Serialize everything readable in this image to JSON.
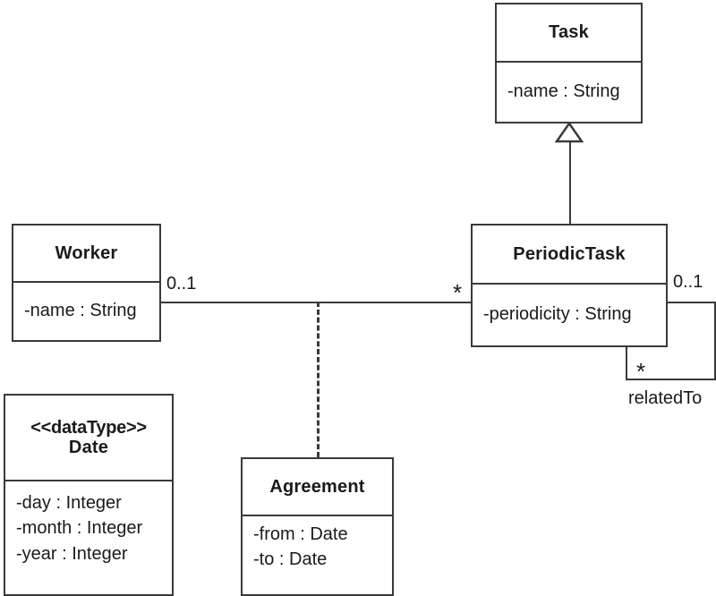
{
  "diagram": {
    "type": "uml-class-diagram",
    "title": "",
    "stroke_color": "#3a3a3a",
    "text_color": "#1a1a1a",
    "background_color": "#ffffff"
  },
  "classes": [
    {
      "id": "task",
      "name": "Task",
      "stereotype": "",
      "attributes": [
        "-name : String"
      ]
    },
    {
      "id": "periodic_task",
      "name": "PeriodicTask",
      "stereotype": "",
      "attributes": [
        "-periodicity : String"
      ]
    },
    {
      "id": "worker",
      "name": "Worker",
      "stereotype": "",
      "attributes": [
        "-name : String"
      ]
    },
    {
      "id": "date",
      "name": "Date",
      "stereotype": "<<dataType>>",
      "attributes": [
        "-day : Integer",
        "-month : Integer",
        "-year : Integer"
      ]
    },
    {
      "id": "agreement",
      "name": "Agreement",
      "stereotype": "",
      "attributes": [
        "-from : Date",
        "-to : Date"
      ]
    }
  ],
  "relationships": {
    "generalization": {
      "from": "PeriodicTask",
      "to": "Task",
      "kind": "generalization"
    },
    "worker_periodictask": {
      "kind": "association",
      "source_multiplicity": "0..1",
      "target_multiplicity": "*",
      "association_class": "Agreement"
    },
    "self_association": {
      "kind": "association",
      "name": "relatedTo",
      "source_multiplicity": "0..1",
      "target_multiplicity": "*"
    }
  },
  "labels": {
    "worker_mult": "0..1",
    "periodictask_mult": "*",
    "self_mult_top": "0..1",
    "self_mult_bottom": "*",
    "self_name": "relatedTo"
  }
}
